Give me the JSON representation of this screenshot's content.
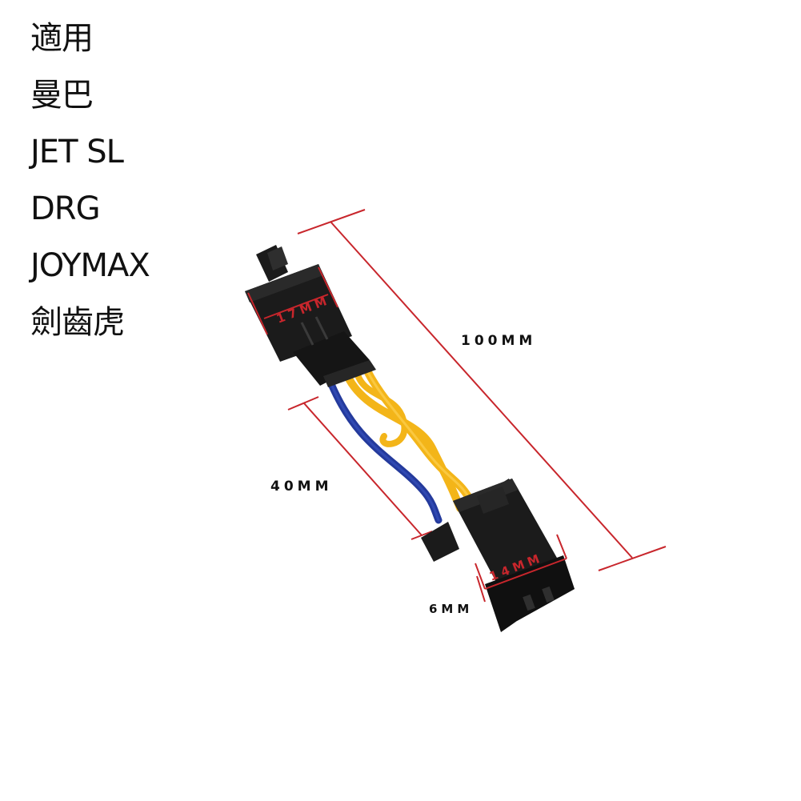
{
  "compatibility": {
    "items": [
      "適用",
      "曼巴",
      "JET SL",
      "DRG",
      "JOYMAX",
      "劍齒虎"
    ]
  },
  "dimensions": {
    "connector_a_width": "17MM",
    "connector_b_width": "14MM",
    "total_length": "100MM",
    "wire_length": "40MM",
    "connector_depth": "6MM"
  },
  "colors": {
    "dimension_line": "#c8262c",
    "connector_body": "#1b1b1b",
    "wire_yellow": "#f3b519",
    "wire_blue": "#243a9c",
    "label_text": "#111111"
  }
}
